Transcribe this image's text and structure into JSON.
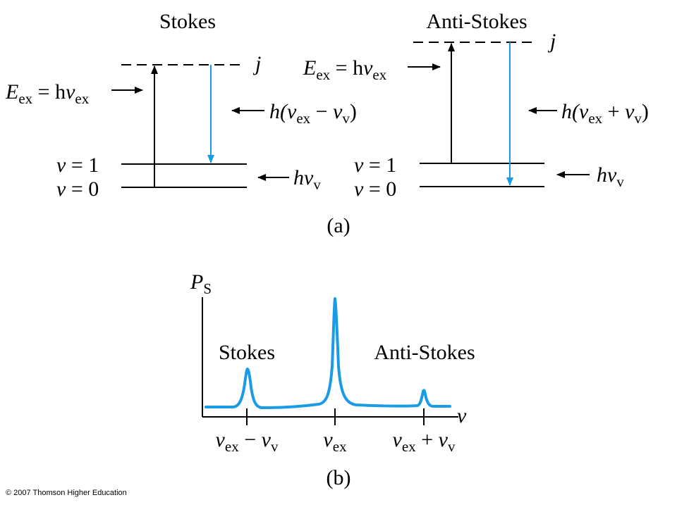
{
  "colors": {
    "ink": "#000000",
    "accent": "#1a9be6"
  },
  "panel_a": {
    "stokes": {
      "title": "Stokes",
      "virtual_state": "j",
      "excitation": {
        "E": "E",
        "E_sub": "ex",
        "eq": " = h",
        "nu": "ν",
        "nu_sub": "ex"
      },
      "emission": {
        "h": "h(",
        "nu1": "ν",
        "nu1_sub": "ex",
        "op": " − ",
        "nu2": "ν",
        "nu2_sub": "v",
        "close": ")"
      },
      "levels": [
        {
          "v": "v",
          "eq": " = 1"
        },
        {
          "v": "v",
          "eq": " = 0"
        }
      ],
      "vib": {
        "h": "h",
        "nu": "ν",
        "nu_sub": "v"
      }
    },
    "anti_stokes": {
      "title": "Anti-Stokes",
      "virtual_state": "j",
      "excitation": {
        "E": "E",
        "E_sub": "ex",
        "eq": " = h",
        "nu": "ν",
        "nu_sub": "ex"
      },
      "emission": {
        "h": "h(",
        "nu1": "ν",
        "nu1_sub": "ex",
        "op": " + ",
        "nu2": "ν",
        "nu2_sub": "v",
        "close": ")"
      },
      "levels": [
        {
          "v": "v",
          "eq": " = 1"
        },
        {
          "v": "v",
          "eq": " = 0"
        }
      ],
      "vib": {
        "h": "h",
        "nu": "ν",
        "nu_sub": "v"
      }
    },
    "caption": "(a)"
  },
  "panel_b": {
    "y_axis": {
      "P": "P",
      "sub": "S"
    },
    "x_axis": {
      "nu": "ν"
    },
    "peak_labels": {
      "stokes": "Stokes",
      "anti_stokes": "Anti-Stokes"
    },
    "ticks": {
      "left": {
        "nu1": "ν",
        "nu1_sub": "ex",
        "op": " − ",
        "nu2": "ν",
        "nu2_sub": "v"
      },
      "center": {
        "nu": "ν",
        "nu_sub": "ex"
      },
      "right": {
        "nu1": "ν",
        "nu1_sub": "ex",
        "op": " + ",
        "nu2": "ν",
        "nu2_sub": "v"
      }
    },
    "caption": "(b)"
  },
  "copyright": "© 2007 Thomson Higher Education"
}
